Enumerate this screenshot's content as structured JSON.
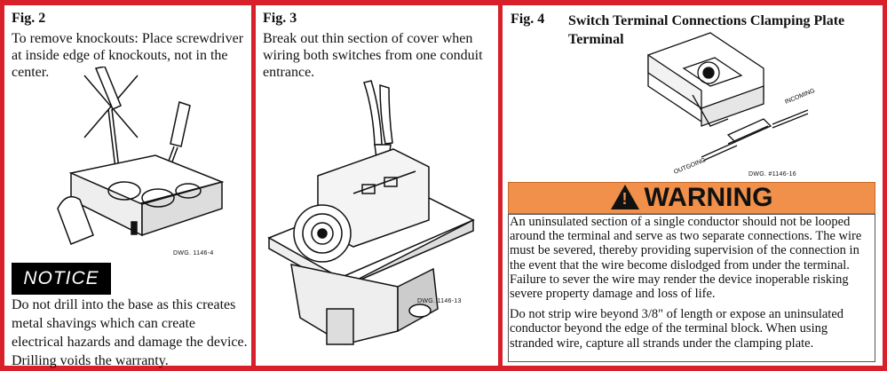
{
  "fig2": {
    "title": "Fig. 2",
    "text": "To remove knockouts: Place screwdriver at inside edge of knockouts, not in the center.",
    "drawing_number": "DWG. 1146-4"
  },
  "notice": {
    "label": "NOTICE",
    "text": "Do not drill into the base as this creates metal shavings which can create electrical hazards and damage the device. Drilling voids the warranty."
  },
  "fig3": {
    "title": "Fig. 3",
    "text": "Break out thin section of cover when wiring both switches from one conduit entrance.",
    "drawing_number": "DWG. 1146-13"
  },
  "fig4": {
    "label": "Fig. 4",
    "caption": "Switch Terminal Connections Clamping Plate Terminal",
    "incoming_label": "INCOMING",
    "outgoing_label": "OUTGOING",
    "drawing_number": "DWG. #1146-16"
  },
  "warning": {
    "symbol": "!",
    "label": "WARNING",
    "paragraph1": "An uninsulated section of a single conductor should not be looped around the terminal and serve as two separate connections.  The wire must be severed, thereby providing supervision of the connection in the event that the wire become dislodged from under the terminal.  Failure to sever the wire may render the device inoperable risking severe property damage and loss of life.",
    "paragraph2": "Do not strip wire beyond 3/8\" of length or expose an uninsulated conductor beyond the edge of the terminal block. When using stranded wire, capture all strands under the clamping plate."
  },
  "colors": {
    "rule": "#d8202a",
    "warning_background": "#f0904a",
    "notice_background": "#000000"
  }
}
